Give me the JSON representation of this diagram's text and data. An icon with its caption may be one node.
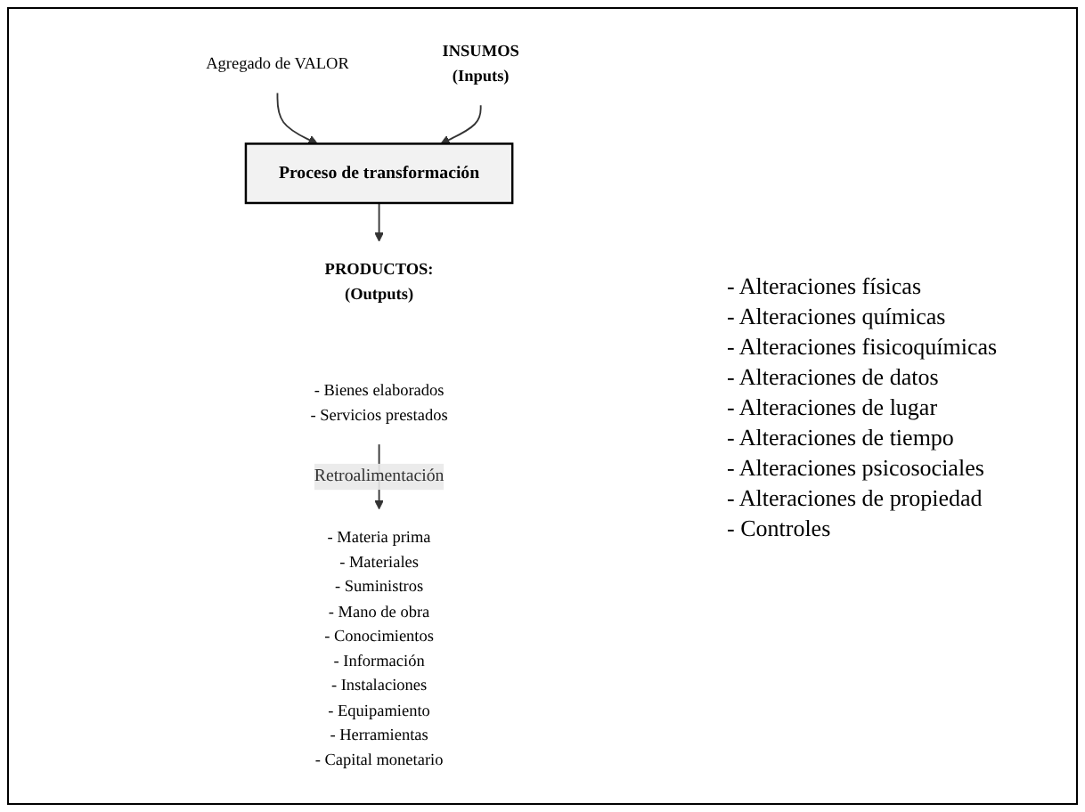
{
  "diagram": {
    "nodes": [
      {
        "text": [
          "Agregado de VALOR"
        ]
      },
      {
        "text": [
          "INSUMOS",
          "(Inputs)"
        ]
      },
      {
        "text": [
          "Proceso de transformación"
        ]
      },
      {
        "text": [
          "PRODUCTOS:",
          "(Outputs)"
        ]
      },
      {
        "text": [
          "- Materia prima",
          "- Materiales",
          "- Suministros",
          "- Mano de obra",
          "- Conocimientos",
          "- Información",
          "- Instalaciones",
          "- Equipamiento",
          "- Herramientas",
          "- Capital monetario"
        ]
      },
      {
        "text": [
          "- Bienes elaborados",
          "- Servicios prestados"
        ]
      }
    ],
    "edges": [
      {
        "from": 0,
        "to": 2,
        "arrow": "to"
      },
      {
        "from": 1,
        "to": 2,
        "arrow": "to"
      },
      {
        "from": 2,
        "to": 3,
        "arrow": "to"
      },
      {
        "from": 5,
        "to": 4,
        "label": "Retroalimentación",
        "arrow": "to"
      }
    ],
    "labels": [
      "- Alteraciones físicas",
      "- Alteraciones químicas",
      "- Alteraciones fisicoquímicas",
      "- Alteraciones de datos",
      "- Alteraciones de lugar",
      "- Alteraciones de tiempo",
      "- Alteraciones psicosociales",
      "- Alteraciones de propiedad",
      "- Controles"
    ]
  }
}
